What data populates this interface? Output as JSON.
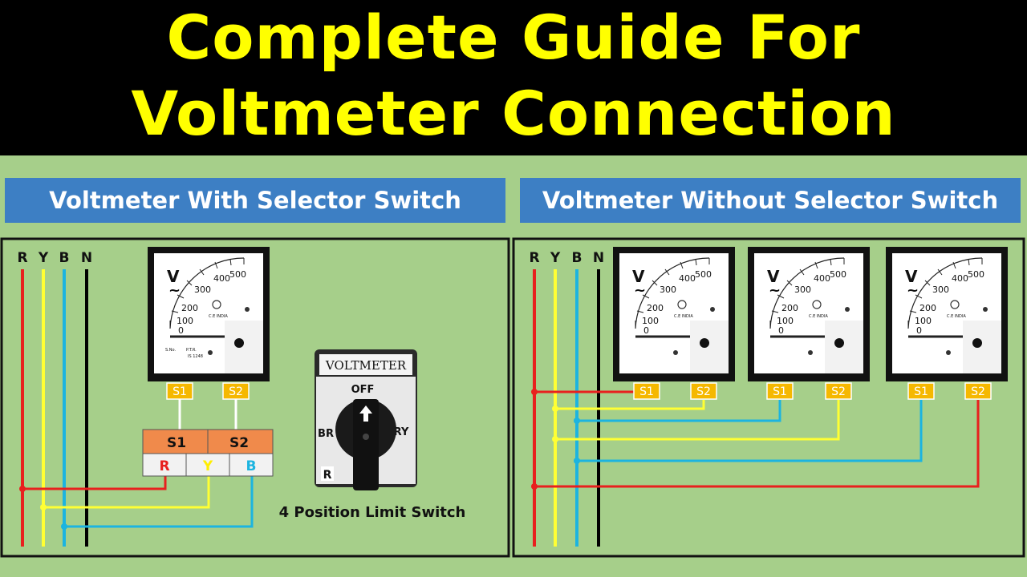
{
  "title": {
    "line1": "Complete Guide For",
    "line2": "Voltmeter Connection"
  },
  "colors": {
    "red": "#e8201e",
    "yellow": "#ffff33",
    "blue": "#1cb4e0",
    "black": "#000000",
    "terminal": "#f5b800",
    "header_blue": "#3d7fc4",
    "panel_green": "#a6cf8a",
    "block_orange": "#f08a4b"
  },
  "left_panel": {
    "header": "Voltmeter With Selector Switch",
    "phases": [
      "R",
      "Y",
      "B",
      "N"
    ],
    "meter": {
      "unit": "V",
      "unit_symbol": "~",
      "scale": [
        "0",
        "100",
        "200",
        "300",
        "400",
        "500"
      ],
      "brand": "C.E INDIA",
      "fine_print": [
        "S.No.",
        "P.T.R.",
        "IS 1248"
      ],
      "terminals": [
        "S1",
        "S2"
      ]
    },
    "selector_block": {
      "top": [
        "S1",
        "S2"
      ],
      "bottom": [
        "R",
        "Y",
        "B"
      ]
    },
    "switch": {
      "plate": "VOLTMETER",
      "positions": {
        "top": "OFF",
        "left": "BR",
        "right": "RY"
      },
      "logo": "R",
      "caption": "4 Position Limit Switch"
    }
  },
  "right_panel": {
    "header": "Voltmeter Without Selector Switch",
    "phases": [
      "R",
      "Y",
      "B",
      "N"
    ],
    "meters": [
      {
        "unit": "V",
        "unit_symbol": "~",
        "terminals": [
          "S1",
          "S2"
        ]
      },
      {
        "unit": "V",
        "unit_symbol": "~",
        "terminals": [
          "S1",
          "S2"
        ]
      },
      {
        "unit": "V",
        "unit_symbol": "~",
        "terminals": [
          "S1",
          "S2"
        ]
      }
    ]
  }
}
